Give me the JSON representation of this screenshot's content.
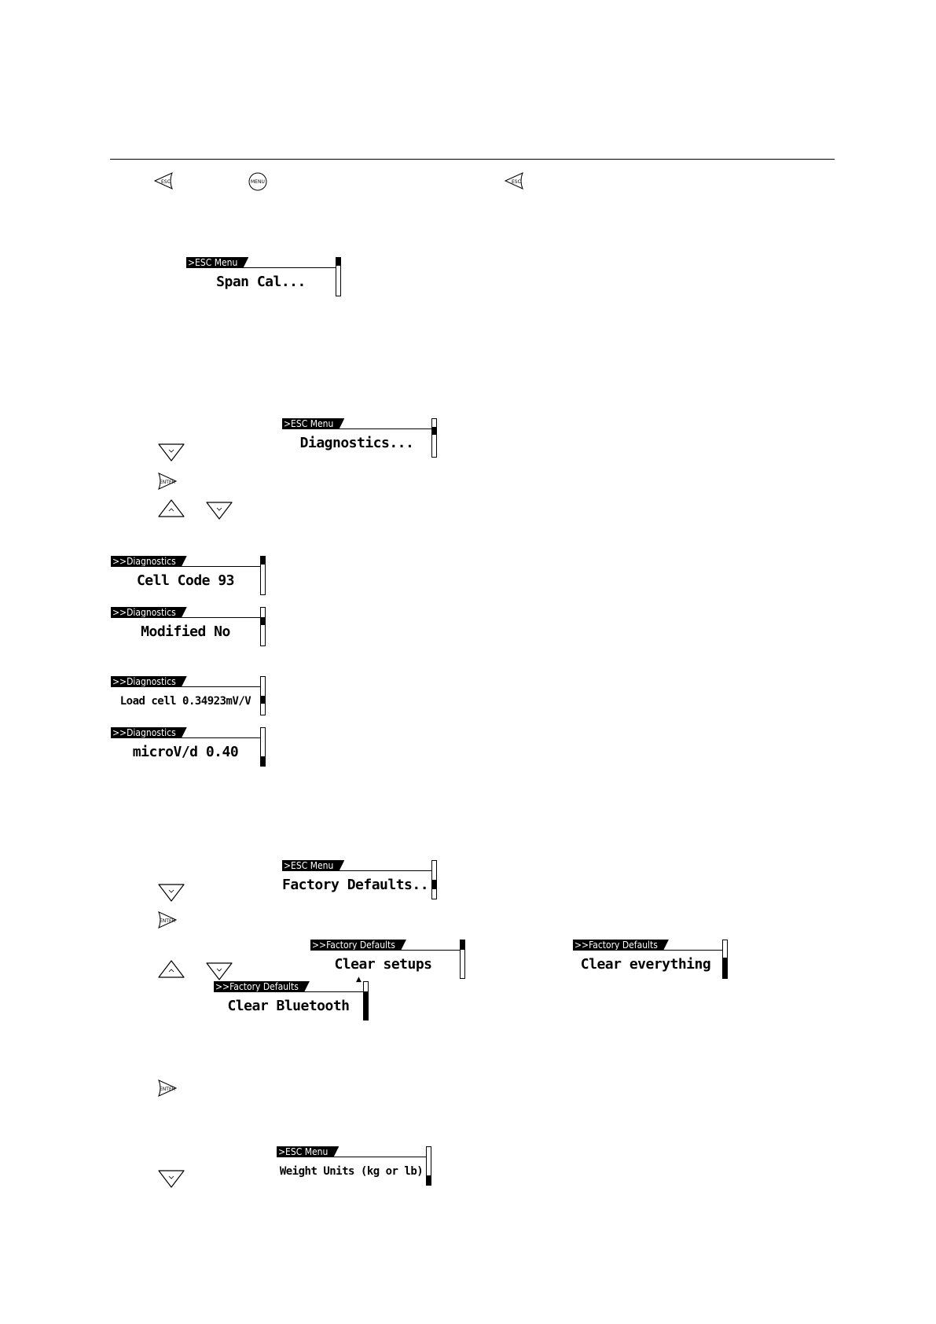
{
  "keys": {
    "esc": "ESC",
    "menu": "MENU",
    "enter": "ENTER"
  },
  "screens": {
    "esc_span": {
      "tab": ">ESC Menu",
      "value": "Span Cal..."
    },
    "esc_diag": {
      "tab": ">ESC Menu",
      "value": "Diagnostics..."
    },
    "diag_cell": {
      "tab": ">>Diagnostics",
      "value": "Cell Code 93"
    },
    "diag_mod": {
      "tab": ">>Diagnostics",
      "value": "Modified No"
    },
    "diag_load": {
      "tab": ">>Diagnostics",
      "value": "Load cell 0.34923mV/V"
    },
    "diag_micro": {
      "tab": ">>Diagnostics",
      "value": "microV/d 0.40"
    },
    "esc_factory": {
      "tab": ">ESC Menu",
      "value": "Factory Defaults..."
    },
    "fd_setups": {
      "tab": ">>Factory Defaults",
      "value": "Clear setups"
    },
    "fd_everything": {
      "tab": ">>Factory Defaults",
      "value": "Clear everything"
    },
    "fd_bluetooth": {
      "tab": ">>Factory Defaults",
      "value": "Clear Bluetooth"
    },
    "esc_weight": {
      "tab": ">ESC Menu",
      "value": "Weight Units (kg or lb)"
    }
  }
}
